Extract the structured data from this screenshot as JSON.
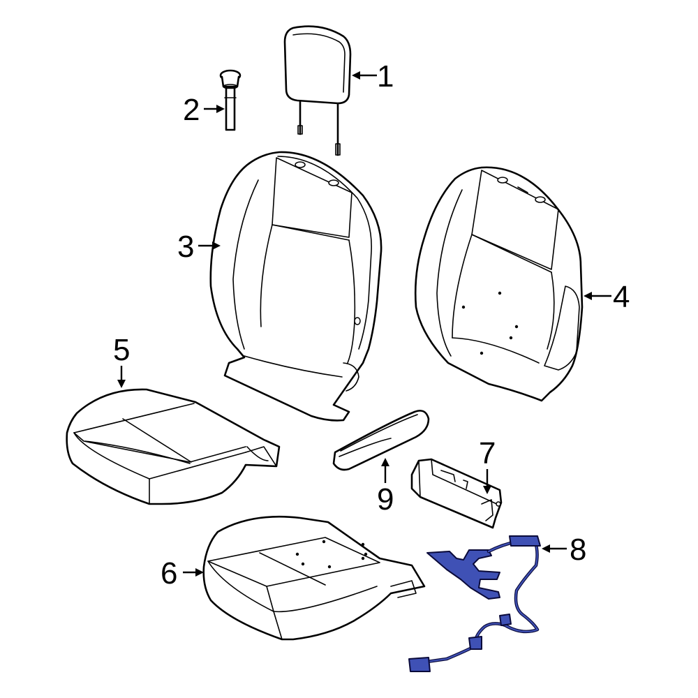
{
  "colors": {
    "line": "#000000",
    "background": "#ffffff",
    "highlight": "#3f51b5"
  },
  "callouts": [
    {
      "id": "1",
      "label": "1"
    },
    {
      "id": "2",
      "label": "2"
    },
    {
      "id": "3",
      "label": "3"
    },
    {
      "id": "4",
      "label": "4"
    },
    {
      "id": "5",
      "label": "5"
    },
    {
      "id": "6",
      "label": "6"
    },
    {
      "id": "7",
      "label": "7"
    },
    {
      "id": "8",
      "label": "8",
      "highlighted": true
    },
    {
      "id": "9",
      "label": "9"
    }
  ]
}
